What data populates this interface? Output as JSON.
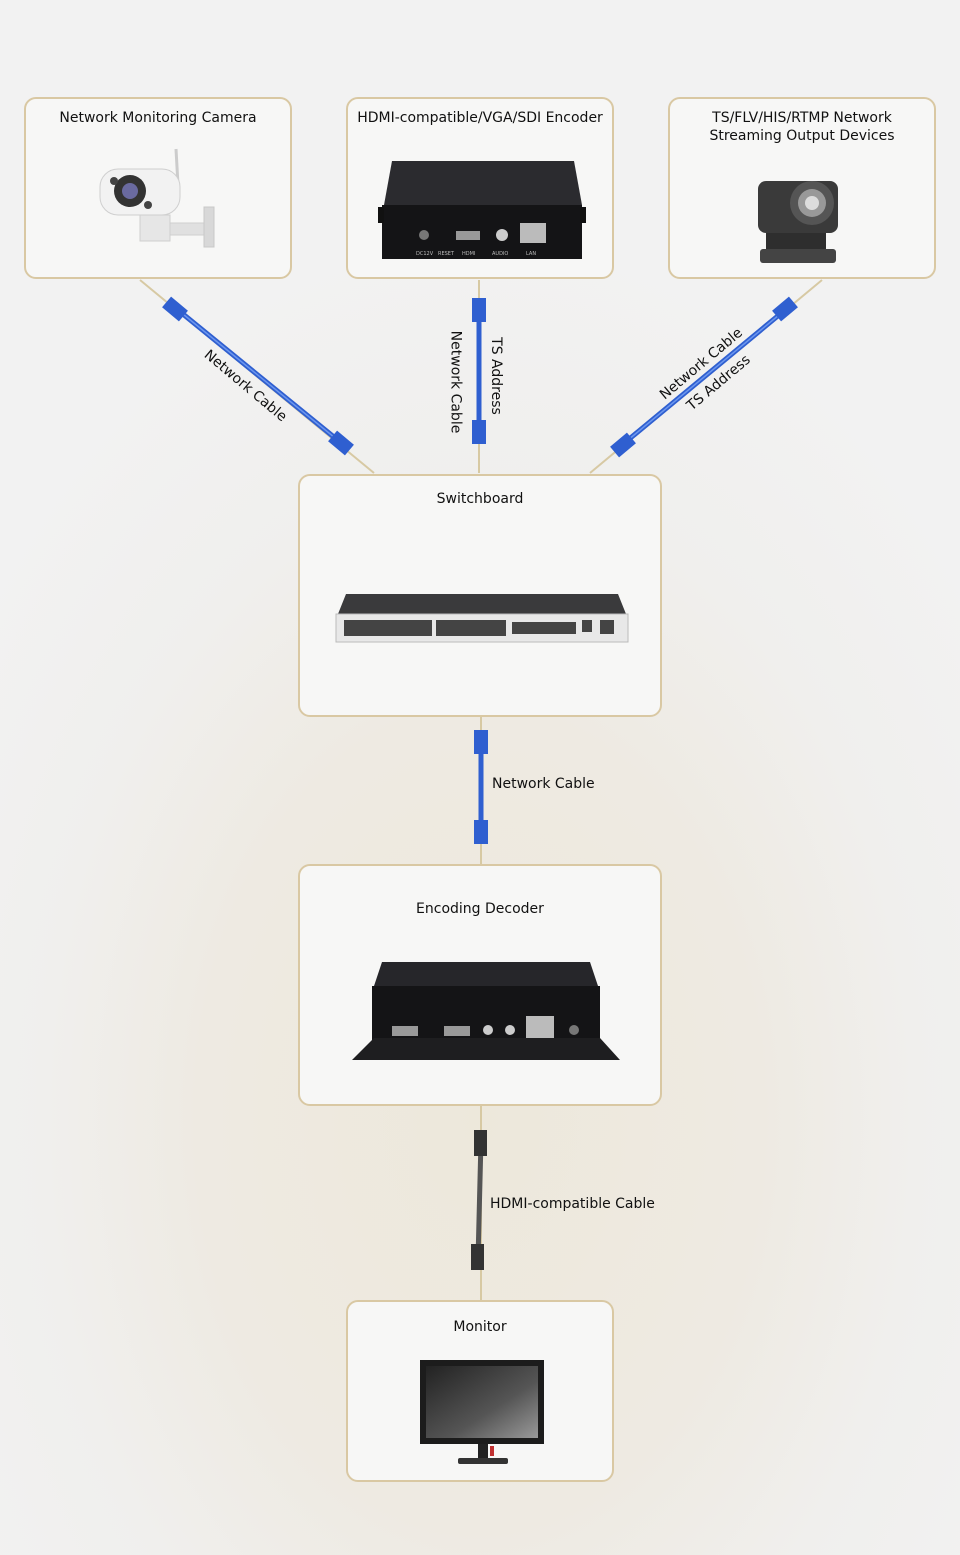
{
  "devices": {
    "camera": {
      "label": "Network Monitoring Camera"
    },
    "encoder": {
      "label": "HDMI-compatible/VGA/SDI Encoder",
      "ports": [
        "DC12V",
        "RESET",
        "HDMI",
        "AUDIO",
        "LAN"
      ]
    },
    "streaming": {
      "label": "TS/FLV/HIS/RTMP Network\nStreaming Output Devices"
    },
    "switchboard": {
      "label": "Switchboard"
    },
    "decoder": {
      "label": "Encoding Decoder"
    },
    "monitor": {
      "label": "Monitor"
    }
  },
  "links": {
    "camera_switch": "Network Cable",
    "encoder_switch_a": "Network Cable",
    "encoder_switch_b": "TS Address",
    "stream_switch_a": "Network Cable",
    "stream_switch_b": "TS Address",
    "switch_decoder": "Network Cable",
    "decoder_monitor": "HDMI-compatible Cable"
  },
  "colors": {
    "border": "#d9c8a3",
    "cable": "#2f5fd0",
    "cable_light": "#6c96ee",
    "connector": "#d7c9a3"
  }
}
